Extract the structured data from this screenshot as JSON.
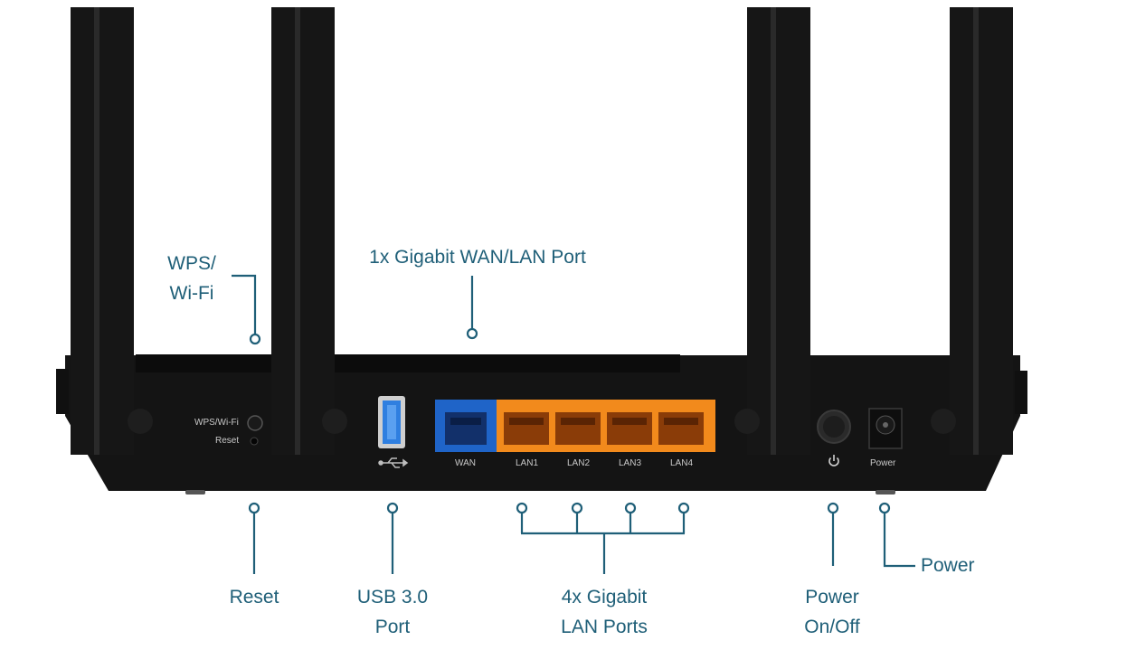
{
  "callouts": {
    "wps_wifi": [
      "WPS/",
      "Wi-Fi"
    ],
    "wan_port": "1x Gigabit WAN/LAN Port",
    "reset": "Reset",
    "usb": [
      "USB 3.0",
      "Port"
    ],
    "lan_ports": [
      "4x Gigabit",
      "LAN Ports"
    ],
    "power_onoff": [
      "Power",
      "On/Off"
    ],
    "power": "Power"
  },
  "panel_labels": {
    "wps_wifi": "WPS/Wi-Fi",
    "reset": "Reset",
    "wan": "WAN",
    "lan": [
      "LAN1",
      "LAN2",
      "LAN3",
      "LAN4"
    ],
    "power": "Power"
  },
  "icons": {
    "usb": "usb-icon",
    "power_button": "power-symbol-icon"
  },
  "colors": {
    "callout_text": "#1f5f78",
    "leader_line": "#1f5f78",
    "router_body": "#121212",
    "wan_port": "#1f64c8",
    "lan_ports": "#f28a1c",
    "usb_port": "#2f7fe0"
  }
}
